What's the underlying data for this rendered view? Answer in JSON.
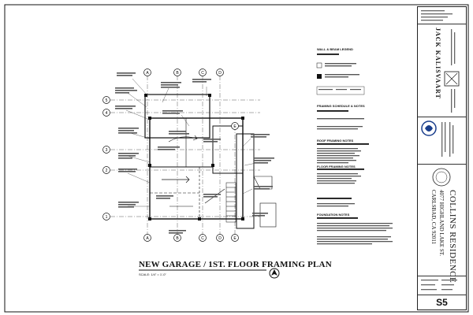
{
  "title_block": {
    "project_name": "COLLINS RESIDENCE",
    "address": "4077 HIGHLAND LAKE ST.",
    "city": "CARLSBAD, CA 92011",
    "architect": "JACK KALISVAART",
    "sheet_number": "S5"
  },
  "plan": {
    "title": "NEW GARAGE / 1ST. FLOOR FRAMING PLAN",
    "scale": "SCALE: 1/4\" = 1'-0\"",
    "grid_letters": [
      "A",
      "B",
      "C",
      "D",
      "E"
    ],
    "grid_numbers": [
      "1",
      "2",
      "3",
      "4",
      "5"
    ]
  },
  "notes": {
    "wall_schedule_heading": "WALL & BEAM LEGEND",
    "framing_notes_heading": "FRAMING SCHEDULE & NOTES",
    "roof_notes_heading": "ROOF FRAMING NOTES",
    "floor_notes_heading": "FLOOR FRAMING NOTES",
    "foundation_notes_heading": "FOUNDATION NOTES"
  },
  "colors": {
    "ink": "#111111",
    "paper": "#ffffff"
  },
  "icons": [
    "north-arrow-icon",
    "stamp-seal-icon",
    "engineer-logo-icon"
  ]
}
